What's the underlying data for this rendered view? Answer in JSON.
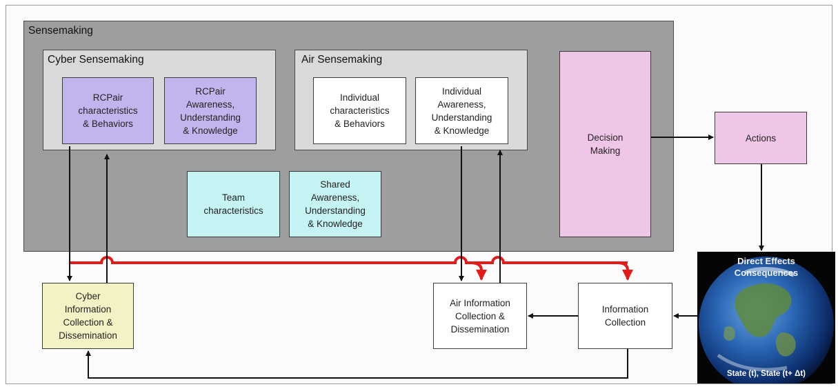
{
  "sensemaking": {
    "label": "Sensemaking"
  },
  "cyber_sensemaking": {
    "label": "Cyber Sensemaking",
    "box1": "RCPair\ncharacteristics\n& Behaviors",
    "box2": "RCPair\nAwareness,\nUnderstanding\n& Knowledge"
  },
  "air_sensemaking": {
    "label": "Air Sensemaking",
    "box1": "Individual\ncharacteristics\n& Behaviors",
    "box2": "Individual\nAwareness,\nUnderstanding\n& Knowledge"
  },
  "team": {
    "box1": "Team\ncharacteristics",
    "box2": "Shared\nAwareness,\nUnderstanding\n& Knowledge"
  },
  "decision_making": "Decision\nMaking",
  "actions": "Actions",
  "world": {
    "title_line1": "Direct Effects",
    "title_line2": "Consequences",
    "state": "State (t), State (t+ Δt)"
  },
  "cyber_info": "Cyber\nInformation\nCollection &\nDissemination",
  "air_info": "Air Information\nCollection &\nDissemination",
  "info_collection": "Information\nCollection",
  "colors": {
    "sensemaking": "#9e9e9e",
    "sub_panel": "#d9d9d9",
    "rcpair": "#c4b4ee",
    "team": "#c5f2f2",
    "decision": "#f0c6e6",
    "cyber_info": "#f3f2c4",
    "highlight_line": "#e31b1b"
  }
}
